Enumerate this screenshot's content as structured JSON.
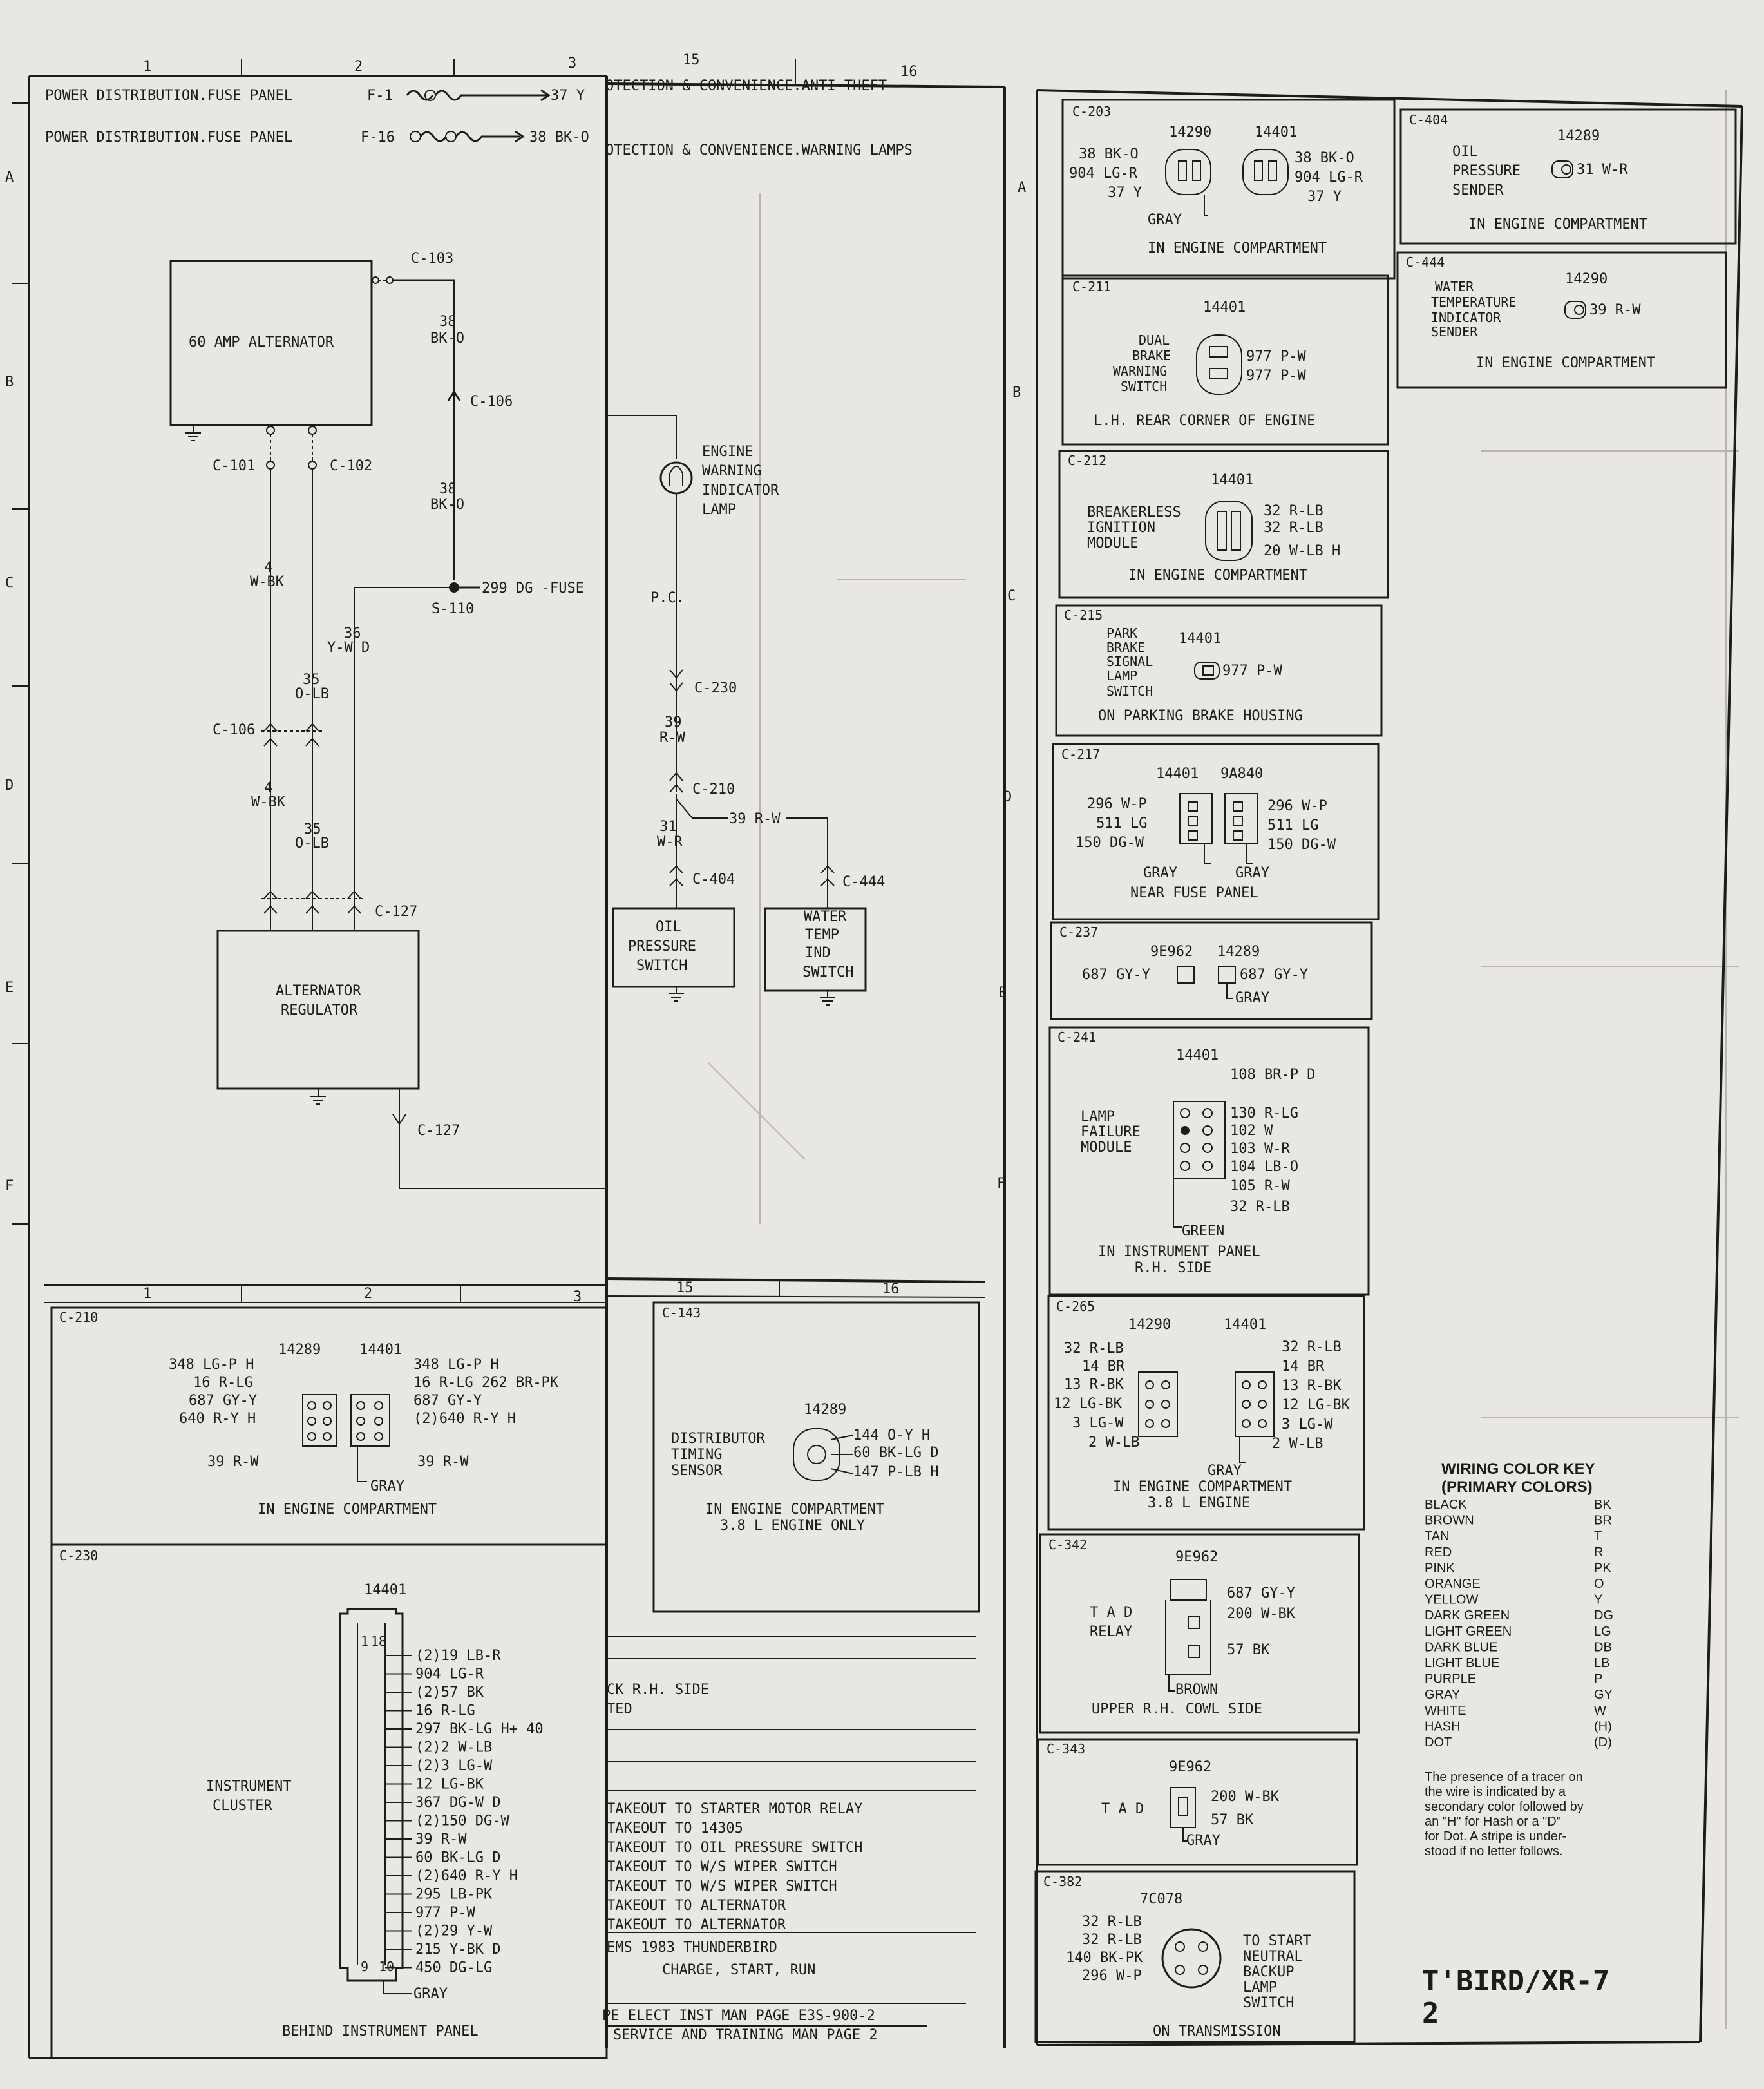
{
  "grid": {
    "cols_left": [
      "1",
      "2",
      "3"
    ],
    "cols_right": [
      "15",
      "16"
    ],
    "rows": [
      "A",
      "B",
      "C",
      "D",
      "E",
      "F"
    ]
  },
  "top": {
    "line1": "POWER DISTRIBUTION.FUSE PANEL",
    "fuse1": "F-1",
    "wire1": "37 Y",
    "line2": "POWER DISTRIBUTION.FUSE PANEL",
    "fuse2": "F-16",
    "wire2": "38 BK-O",
    "right1": "OTECTION & CONVENIENCE.ANTI-THEFT",
    "right2": "OTECTION & CONVENIENCE.WARNING LAMPS"
  },
  "charging": {
    "alternator": "60 AMP ALTERNATOR",
    "c103": "C-103",
    "w38a": "38",
    "w38a_color": "BK-O",
    "c106a": "C-106",
    "w38b": "38",
    "w38b_color": "BK-O",
    "c101": "C-101",
    "c102": "C-102",
    "splice": "S-110",
    "fuse_wire": "299 DG -FUSE",
    "w4": "4",
    "w4_color": "W-BK",
    "w36": "36",
    "w36_color": "Y-W D",
    "w35": "35",
    "w35_color": "O-LB",
    "c106b": "C-106",
    "w4b": "4",
    "w4b_color": "W-BK",
    "w35b": "35",
    "w35b_color": "O-LB",
    "c127a": "C-127",
    "regulator1": "ALTERNATOR",
    "regulator2": "REGULATOR",
    "c127b": "C-127"
  },
  "warning": {
    "lamp1": "ENGINE",
    "lamp2": "WARNING",
    "lamp3": "INDICATOR",
    "lamp4": "LAMP",
    "pc": "P.C.",
    "c230": "C-230",
    "w39": "39",
    "w39_color": "R-W",
    "c210": "C-210",
    "w31": "31",
    "w31_color": "W-R",
    "w39b": "39 R-W",
    "c404": "C-404",
    "c444": "C-444",
    "oil1": "OIL",
    "oil2": "PRESSURE",
    "oil3": "SWITCH",
    "temp1": "WATER",
    "temp2": "TEMP",
    "temp3": "IND",
    "temp4": "SWITCH"
  },
  "connectors": {
    "c203": {
      "id": "C-203",
      "p1": "14290",
      "p2": "14401",
      "l1": "38 BK-O",
      "l2": "904 LG-R",
      "l3": "37 Y",
      "r1": "38 BK-O",
      "r2": "904 LG-R",
      "r3": "37 Y",
      "gray": "GRAY",
      "loc": "IN ENGINE COMPARTMENT"
    },
    "c404": {
      "id": "C-404",
      "part": "14289",
      "n1": "OIL",
      "n2": "PRESSURE",
      "n3": "SENDER",
      "wire": "31 W-R",
      "loc": "IN ENGINE COMPARTMENT"
    },
    "c444": {
      "id": "C-444",
      "part": "14290",
      "n1": "WATER",
      "n2": "TEMPERATURE",
      "n3": "INDICATOR",
      "n4": "SENDER",
      "wire": "39 R-W",
      "loc": "IN ENGINE COMPARTMENT"
    },
    "c211": {
      "id": "C-211",
      "part": "14401",
      "n1": "DUAL",
      "n2": "BRAKE",
      "n3": "WARNING",
      "n4": "SWITCH",
      "w1": "977 P-W",
      "w2": "977 P-W",
      "loc": "L.H. REAR CORNER OF ENGINE"
    },
    "c212": {
      "id": "C-212",
      "part": "14401",
      "n1": "BREAKERLESS",
      "n2": "IGNITION",
      "n3": "MODULE",
      "w1": "32 R-LB",
      "w2": "32 R-LB",
      "w3": "20 W-LB H",
      "loc": "IN ENGINE COMPARTMENT"
    },
    "c215": {
      "id": "C-215",
      "part": "14401",
      "n1": "PARK",
      "n2": "BRAKE",
      "n3": "SIGNAL",
      "n4": "LAMP",
      "n5": "SWITCH",
      "wire": "977 P-W",
      "loc": "ON PARKING BRAKE HOUSING"
    },
    "c217": {
      "id": "C-217",
      "p1": "14401",
      "p2": "9A840",
      "l1": "296 W-P",
      "l2": "511 LG",
      "l3": "150 DG-W",
      "r1": "296 W-P",
      "r2": "511 LG",
      "r3": "150 DG-W",
      "g1": "GRAY",
      "g2": "GRAY",
      "loc": "NEAR FUSE PANEL"
    },
    "c237": {
      "id": "C-237",
      "p1": "9E962",
      "p2": "14289",
      "l1": "687 GY-Y",
      "r1": "687 GY-Y",
      "gray": "GRAY"
    },
    "c241": {
      "id": "C-241",
      "part": "14401",
      "n1": "LAMP",
      "n2": "FAILURE",
      "n3": "MODULE",
      "w1": "108 BR-P D",
      "w2": "130 R-LG",
      "w3": "102 W",
      "w4": "103 W-R",
      "w5": "104 LB-O",
      "w6": "105 R-W",
      "w7": "32 R-LB",
      "green": "GREEN",
      "loc1": "IN INSTRUMENT PANEL",
      "loc2": "R.H. SIDE"
    },
    "c265": {
      "id": "C-265",
      "p1": "14290",
      "p2": "14401",
      "l1": "32 R-LB",
      "l2": "14 BR",
      "l3": "13 R-BK",
      "l4": "12 LG-BK",
      "l5": "3 LG-W",
      "l6": "2 W-LB",
      "r1": "32 R-LB",
      "r2": "14 BR",
      "r3": "13 R-BK",
      "r4": "12 LG-BK",
      "r5": "3 LG-W",
      "r6": "2 W-LB",
      "gray": "GRAY",
      "loc1": "IN ENGINE COMPARTMENT",
      "loc2": "3.8 L ENGINE"
    },
    "c342": {
      "id": "C-342",
      "part": "9E962",
      "n1": "T A D",
      "n2": "RELAY",
      "w1": "687 GY-Y",
      "w2": "200 W-BK",
      "w3": "57 BK",
      "brown": "BROWN",
      "loc": "UPPER R.H. COWL SIDE"
    },
    "c343": {
      "id": "C-343",
      "part": "9E962",
      "n1": "T A D",
      "w1": "200 W-BK",
      "w2": "57 BK",
      "gray": "GRAY"
    },
    "c382": {
      "id": "C-382",
      "part": "7C078",
      "w1": "32 R-LB",
      "w2": "32 R-LB",
      "w3": "140 BK-PK",
      "w4": "296 W-P",
      "n1": "TO START",
      "n2": "NEUTRAL",
      "n3": "BACKUP",
      "n4": "LAMP",
      "n5": "SWITCH",
      "loc": "ON TRANSMISSION"
    },
    "c210": {
      "id": "C-210",
      "p1": "14289",
      "p2": "14401",
      "l1": "348 LG-P H",
      "l2": "16 R-LG",
      "l3": "687 GY-Y",
      "l4": "640 R-Y H",
      "l5": "39 R-W",
      "r1": "348 LG-P H",
      "r2": "16 R-LG 262 BR-PK",
      "r3": "687 GY-Y",
      "r4": "(2)640 R-Y H",
      "r5": "39 R-W",
      "gray": "GRAY",
      "loc": "IN ENGINE COMPARTMENT"
    },
    "c143": {
      "id": "C-143",
      "part": "14289",
      "n1": "DISTRIBUTOR",
      "n2": "TIMING",
      "n3": "SENSOR",
      "w1": "144 O-Y H",
      "w2": "60 BK-LG D",
      "w3": "147 P-LB H",
      "loc1": "IN ENGINE COMPARTMENT",
      "loc2": "3.8 L ENGINE ONLY"
    },
    "c230": {
      "id": "C-230",
      "part": "14401",
      "pin1": "1",
      "pin18": "18",
      "pin9": "9",
      "pin10": "10",
      "n1": "INSTRUMENT",
      "n2": "CLUSTER",
      "gray": "GRAY",
      "loc": "BEHIND INSTRUMENT PANEL",
      "wires": [
        "(2)19 LB-R",
        "904 LG-R",
        "(2)57 BK",
        "16 R-LG",
        "297 BK-LG H+ 40",
        "(2)2 W-LB",
        "(2)3 LG-W",
        "12 LG-BK",
        "367 DG-W D",
        "(2)150 DG-W",
        "39 R-W",
        "60 BK-LG D",
        "(2)640 R-Y H",
        "295 LB-PK",
        "977 P-W",
        "(2)29 Y-W",
        "215 Y-BK D",
        "450 DG-LG"
      ]
    }
  },
  "notes": {
    "n1": "CK R.H. SIDE",
    "n2": "TED",
    "takeouts": [
      "TAKEOUT TO STARTER MOTOR RELAY",
      "TAKEOUT TO 14305",
      "TAKEOUT TO OIL PRESSURE SWITCH",
      "TAKEOUT TO W/S WIPER SWITCH",
      "TAKEOUT TO W/S WIPER SWITCH",
      "TAKEOUT TO ALTERNATOR",
      "TAKEOUT TO ALTERNATOR"
    ],
    "sys1": "EMS 1983 THUNDERBIRD",
    "sys2": "CHARGE, START, RUN",
    "ref1": "PE ELECT INST MAN PAGE E3S-900-2",
    "ref2": "SERVICE AND TRAINING MAN PAGE 2"
  },
  "color_key": {
    "title1": "WIRING COLOR KEY",
    "title2": "(PRIMARY COLORS)",
    "rows": [
      [
        "BLACK",
        "BK"
      ],
      [
        "BROWN",
        "BR"
      ],
      [
        "TAN",
        "T"
      ],
      [
        "RED",
        "R"
      ],
      [
        "PINK",
        "PK"
      ],
      [
        "ORANGE",
        "O"
      ],
      [
        "YELLOW",
        "Y"
      ],
      [
        "DARK GREEN",
        "DG"
      ],
      [
        "LIGHT GREEN",
        "LG"
      ],
      [
        "DARK BLUE",
        "DB"
      ],
      [
        "LIGHT BLUE",
        "LB"
      ],
      [
        "PURPLE",
        "P"
      ],
      [
        "GRAY",
        "GY"
      ],
      [
        "WHITE",
        "W"
      ],
      [
        "HASH",
        "(H)"
      ],
      [
        "DOT",
        "(D)"
      ]
    ],
    "note": [
      "The presence of a tracer on",
      "the wire is indicated by a",
      "secondary color followed by",
      "an \"H\" for Hash or a \"D\"",
      "for Dot. A stripe is under-",
      "stood if no letter follows."
    ]
  },
  "footer": {
    "model": "T'BIRD/XR-7",
    "page": "2"
  },
  "colors": {
    "paper": "#e9e7e2",
    "ink": "#1c1c1c",
    "ghost": "#b8b5ae"
  }
}
